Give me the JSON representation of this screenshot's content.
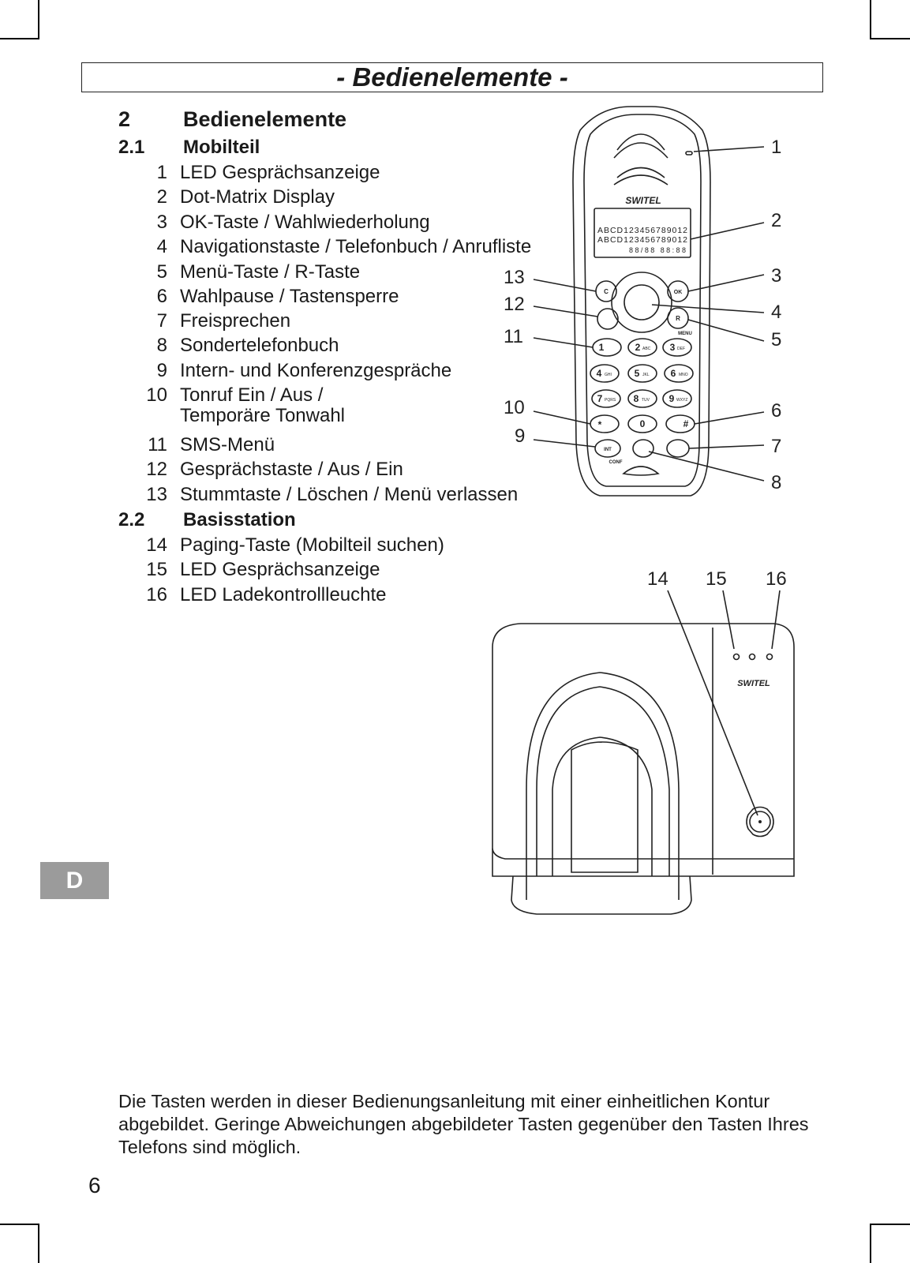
{
  "header": {
    "title": "- Bedienelemente -"
  },
  "section": {
    "number": "2",
    "title": "Bedienelemente"
  },
  "subsection_1": {
    "number": "2.1",
    "title": "Mobilteil"
  },
  "mobilteil_items": [
    {
      "n": "1",
      "text": "LED Gesprächsanzeige"
    },
    {
      "n": "2",
      "text": "Dot-Matrix Display"
    },
    {
      "n": "3",
      "text": "OK-Taste / Wahlwiederholung"
    },
    {
      "n": "4",
      "text": "Navigationstaste / Telefonbuch / Anrufliste"
    },
    {
      "n": "5",
      "text": "Menü-Taste / R-Taste"
    },
    {
      "n": "6",
      "text": "Wahlpause / Tastensperre"
    },
    {
      "n": "7",
      "text": "Freisprechen"
    },
    {
      "n": "8",
      "text": "Sondertelefonbuch"
    },
    {
      "n": "9",
      "text": "Intern- und Konferenzgespräche"
    },
    {
      "n": "10",
      "text": "Tonruf Ein / Aus /",
      "text2": "Temporäre Tonwahl"
    },
    {
      "n": "11",
      "text": "SMS-Menü"
    },
    {
      "n": "12",
      "text": "Gesprächstaste / Aus / Ein"
    },
    {
      "n": "13",
      "text": "Stummtaste / Löschen / Menü verlassen"
    }
  ],
  "subsection_2": {
    "number": "2.2",
    "title": "Basisstation"
  },
  "basis_items": [
    {
      "n": "14",
      "text": "Paging-Taste (Mobilteil suchen)"
    },
    {
      "n": "15",
      "text": "LED Gesprächsanzeige"
    },
    {
      "n": "16",
      "text": "LED Ladekontrollleuchte"
    }
  ],
  "figure": {
    "brand": "SWITEL",
    "display_line1": "ABCD123456789012",
    "display_line2": "ABCD123456789012",
    "display_line3": "88/88 88:88",
    "keys": {
      "c": "C",
      "ok": "OK",
      "r": "R",
      "menu": "MENU",
      "int": "INT",
      "conf": "CONF",
      "zero": "0",
      "k1": "1",
      "k2": "2",
      "k2s": "ABC",
      "k3": "3",
      "k3s": "DEF",
      "k4": "4",
      "k4s": "GHI",
      "k5": "5",
      "k5s": "JKL",
      "k6": "6",
      "k6s": "MNO",
      "k7": "7",
      "k7s": "PQRS",
      "k8": "8",
      "k8s": "TUV",
      "k9": "9",
      "k9s": "WXYZ",
      "star": "*",
      "hash": "#"
    },
    "callouts_right": [
      "1",
      "2",
      "3",
      "4",
      "5",
      "6",
      "7",
      "8"
    ],
    "callouts_left": [
      "13",
      "12",
      "11",
      "10",
      "9"
    ],
    "callouts_base": [
      "14",
      "15",
      "16"
    ]
  },
  "language_badge": "D",
  "note": "Die Tasten werden in dieser Bedienungsanleitung mit einer einheitlichen Kontur abgebildet. Geringe Abweichungen abgebildeter Tasten gegenüber den Tasten Ihres Telefons sind möglich.",
  "page_number": "6",
  "icons": [
    "crop-mark",
    "handset-drawing",
    "base-station-drawing"
  ]
}
